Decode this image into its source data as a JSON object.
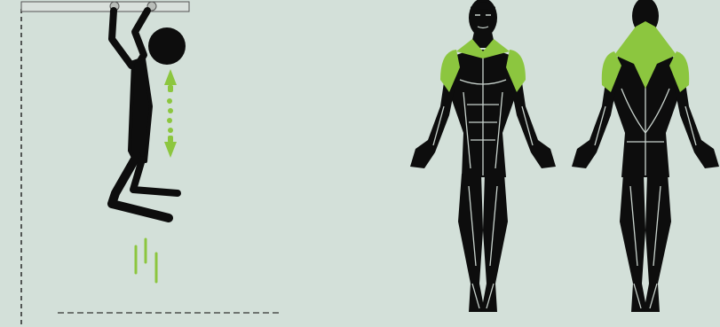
{
  "colors": {
    "background": "#d3e0d9",
    "figure": "#0d0d0d",
    "highlight": "#8cc63f",
    "muscle_lines": "#c9d3cd",
    "bar": "#d9e0dc"
  },
  "exercise": {
    "icon": "hanging-shrug-figure",
    "motion_indicator": "vertical-double-arrow",
    "impact_indicator": "vertical-lines"
  },
  "anatomy": {
    "views": [
      "front",
      "back"
    ],
    "highlighted_muscles": [
      "trapezius",
      "deltoids"
    ]
  }
}
